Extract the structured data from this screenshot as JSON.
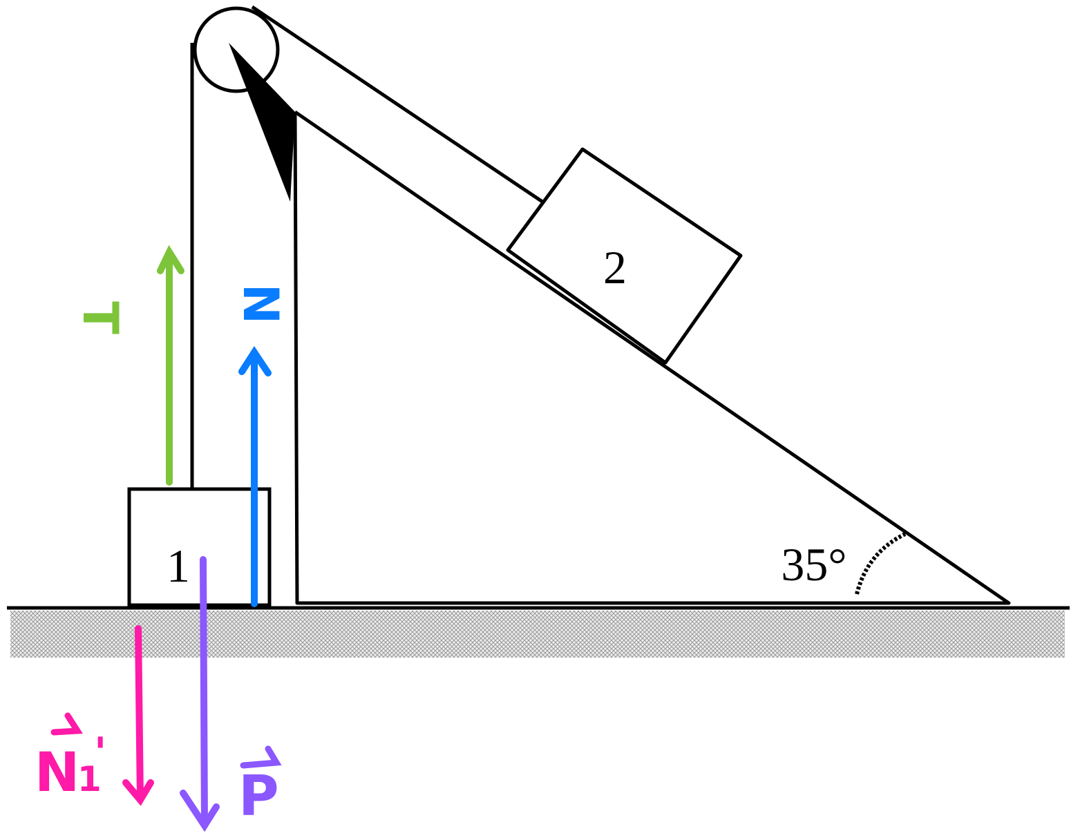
{
  "labels": {
    "block1": "1",
    "block2": "2",
    "angle": "35°",
    "tension": "T",
    "normal": "N",
    "normal_reaction": "N",
    "normal_reaction_sub": "1",
    "normal_reaction_prime": "'",
    "weight": "P"
  },
  "colors": {
    "tension": "#7dc43a",
    "normal": "#0a7cff",
    "normal_reaction": "#ff1aa8",
    "weight": "#8b57ff"
  }
}
